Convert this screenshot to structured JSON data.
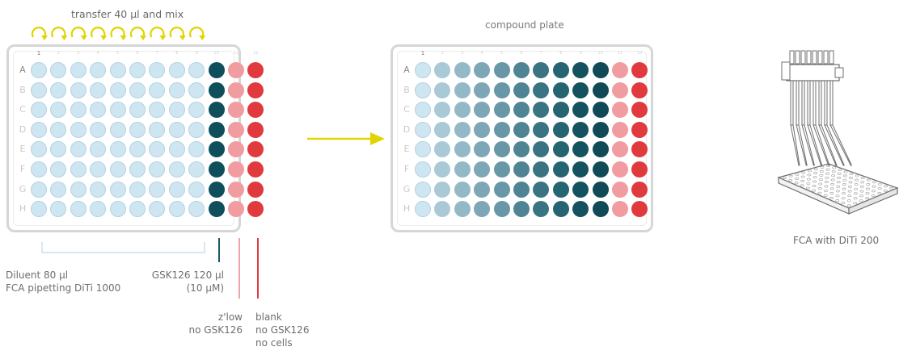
{
  "transfer_label": "transfer 40 µl and mix",
  "compound_plate_label": "compound plate",
  "fca_label": "FCA with DiTi 200",
  "diluent_line1": "Diluent 80 µl",
  "diluent_line2": "FCA pipetting DiTi 1000",
  "gsk_line1": "GSK126 120 µl",
  "gsk_line2": "(10 µM)",
  "zlow_line1": "z'low",
  "zlow_line2": "no GSK126",
  "blank_line1": "blank",
  "blank_line2": "no GSK126",
  "blank_line3": "no cells",
  "rows": [
    "A",
    "B",
    "C",
    "D",
    "E",
    "F",
    "G",
    "H"
  ],
  "columns": [
    "1",
    "2",
    "3",
    "4",
    "5",
    "6",
    "7",
    "8",
    "9",
    "10",
    "11",
    "12"
  ],
  "colors": {
    "light_well": "#cde6f2",
    "light_well_border": "#b5d2e0",
    "dark_teal": "#0f4f5c",
    "pink": "#f09ca0",
    "red": "#e03a3e",
    "yellow": "#e3d400",
    "gsk_marker": "#1d5a68",
    "zlow_marker": "#f0a3a6",
    "blank_marker": "#e0393e",
    "bracket": "#c9e2ee",
    "gradient": [
      "#cde6f2",
      "#a9c9d6",
      "#93b9c7",
      "#7da7b6",
      "#6897a7",
      "#4f8494",
      "#3a7483",
      "#256471",
      "#14525f",
      "#0f4a56"
    ]
  }
}
